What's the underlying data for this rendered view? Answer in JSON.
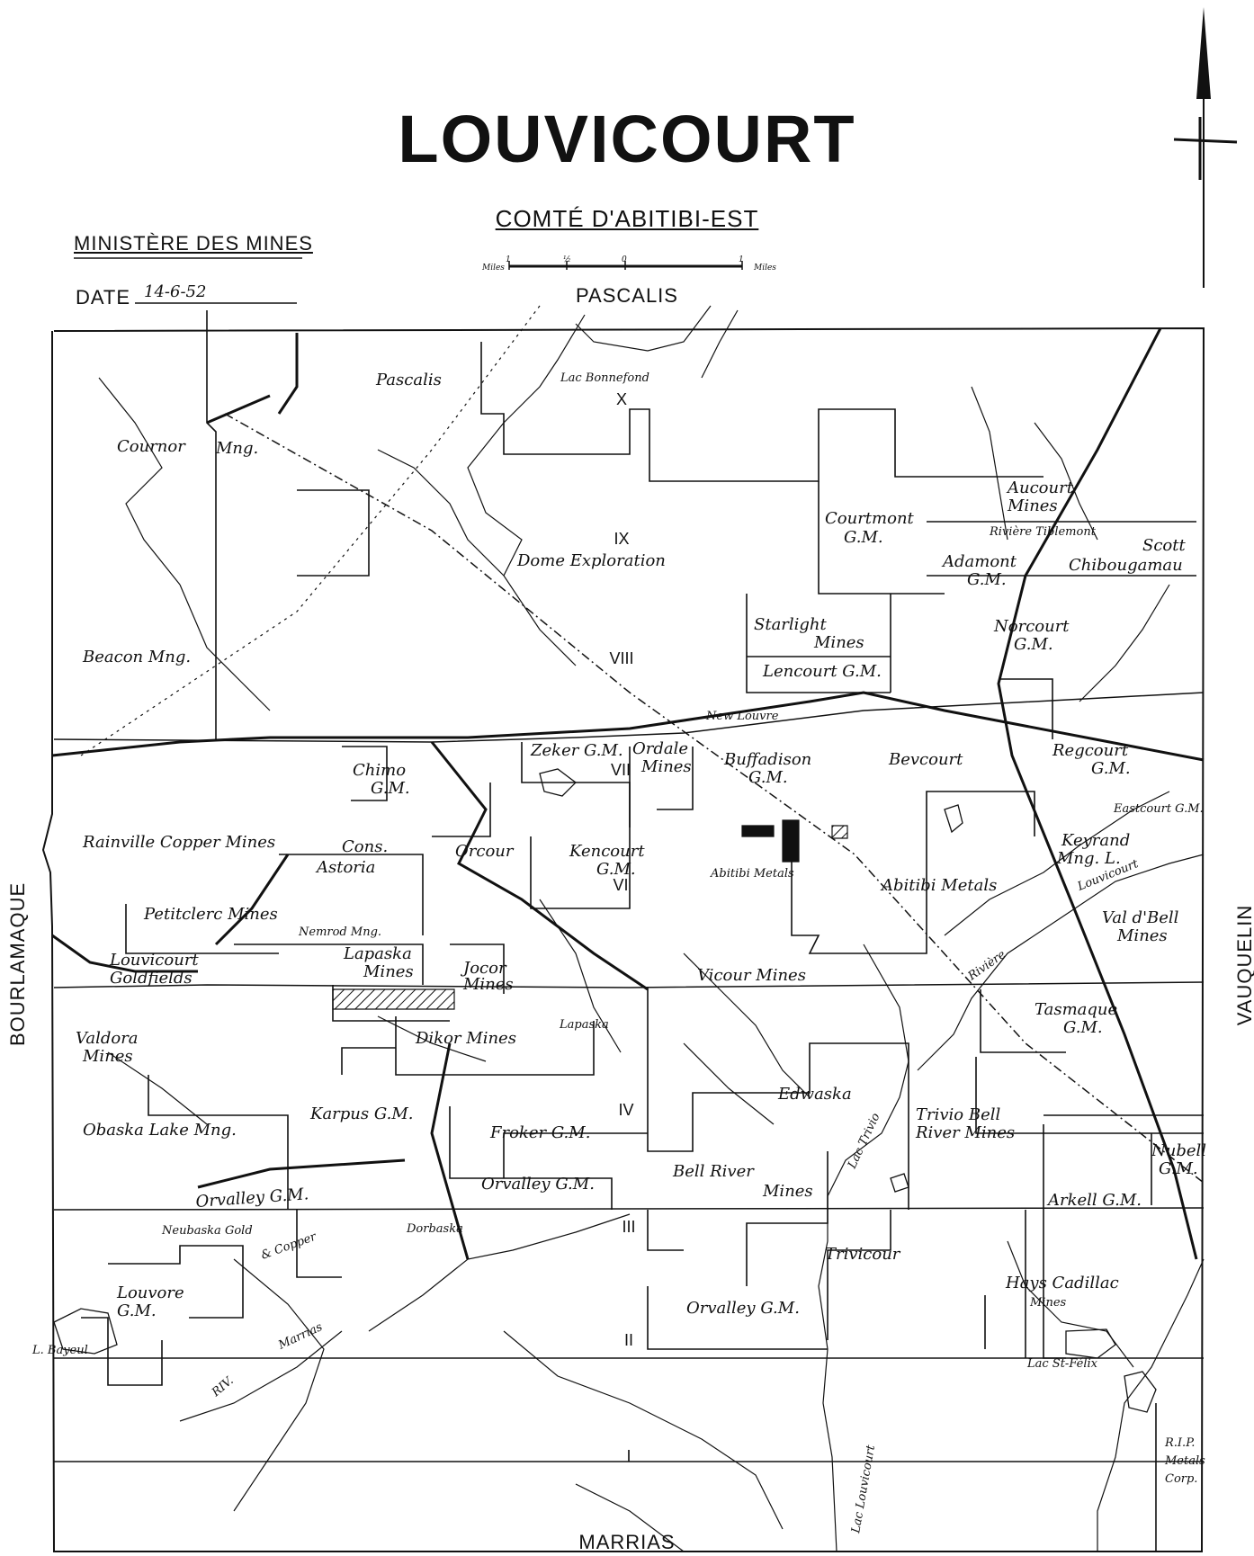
{
  "header": {
    "title": "LOUVICOURT",
    "county": "COMTÉ D'ABITIBI-EST",
    "ministry": "MINISTÈRE DES MINES",
    "date_label": "DATE",
    "date_value": "14-6-52"
  },
  "scale": {
    "unit_left": "Miles",
    "unit_right": "Miles",
    "ticks": [
      "1",
      "½",
      "0",
      "1"
    ]
  },
  "borders": {
    "north": "PASCALIS",
    "south": "MARRIAS",
    "west": "BOURLAMAQUE",
    "east": "VAUQUELIN"
  },
  "ranges": [
    "X",
    "IX",
    "VIII",
    "VII",
    "VI",
    "IV",
    "III",
    "II",
    "I"
  ],
  "places": {
    "pascalis": "Pascalis",
    "lac_bonnefond": "Lac Bonnefond",
    "cournor": "Cournor",
    "cournor_mng": "Mng.",
    "dome": "Dome Exploration",
    "courtmont": "Courtmont",
    "courtmont_gm": "G.M.",
    "aucourt": "Aucourt",
    "aucourt_mines": "Mines",
    "riviere_tiblemont": "Rivière Tiblemont",
    "scott": "Scott",
    "chibougamau": "Chibougamau",
    "adamont": "Adamont",
    "adamont_gm": "G.M.",
    "beacon": "Beacon Mng.",
    "starlight": "Starlight",
    "starlight_mines": "Mines",
    "lencourt": "Lencourt G.M.",
    "norcourt": "Norcourt",
    "norcourt_gm": "G.M.",
    "new_louvre": "New Louvre",
    "zeker": "Zeker G.M.",
    "ordale": "Ordale",
    "ordale_mines": "Mines",
    "buffadison": "Buffadison",
    "buffadison_gm": "G.M.",
    "bevcourt": "Bevcourt",
    "regcourt": "Regcourt",
    "regcourt_gm": "G.M.",
    "chimo": "Chimo",
    "chimo_gm": "G.M.",
    "eastcourt": "Eastcourt G.M.",
    "rainville": "Rainville Copper Mines",
    "cons": "Cons.",
    "astoria": "Astoria",
    "orcour": "Orcour",
    "kencourt": "Kencourt",
    "kencourt_gm": "G.M.",
    "abitibi_metals_small": "Abitibi Metals",
    "abitibi_metals": "Abitibi Metals",
    "keyrand": "Keyrand",
    "keyrand_mng": "Mng. L.",
    "louvicourt_river": "Louvicourt",
    "petitclerc": "Petitclerc Mines",
    "nemrod": "Nemrod Mng.",
    "val_dbell": "Val d'Bell",
    "val_dbell_mines": "Mines",
    "louvicourt_goldfields": "Louvicourt",
    "goldfields": "Goldfields",
    "lapaska": "Lapaska",
    "lapaska_mines": "Mines",
    "jocor": "Jocor",
    "jocor_mines": "Mines",
    "vicour": "Vicour Mines",
    "riviere_bell": "Rivière",
    "tasmaque": "Tasmaque",
    "tasmaque_gm": "G.M.",
    "valdora": "Valdora",
    "valdora_mines": "Mines",
    "dikor": "Dikor Mines",
    "lapaska_small": "Lapaska",
    "edwaska": "Edwaska",
    "obaska": "Obaska Lake Mng.",
    "karpus": "Karpus G.M.",
    "froker": "Froker G.M.",
    "trivio": "Trivio Bell",
    "trivio_river": "River Mines",
    "lac_trivio": "Lac Trivio",
    "nubell": "Nubell",
    "nubell_gm": "G.M.",
    "orvalley_1": "Orvalley G.M.",
    "orvalley_2": "Orvalley G.M.",
    "bell_river": "Bell River",
    "bell_river_mines": "Mines",
    "arkell": "Arkell G.M.",
    "neubaska": "Neubaska Gold",
    "neubaska_copper": "& Copper",
    "dorbaska": "Dorbaska",
    "trivicour": "Trivicour",
    "louvore": "Louvore",
    "louvore_gm": "G.M.",
    "marrias_riv": "Marrias",
    "riv": "RIV.",
    "orvalley_3": "Orvalley G.M.",
    "hays": "Hays Cadillac",
    "hays_mines": "Mines",
    "lac_st_felix": "Lac St-Félix",
    "l_bayeul": "L. Bayeul",
    "lac_louvicourt": "Lac Louvicourt",
    "rip": "R.I.P.",
    "rip_metals": "Metals",
    "rip_corp": "Corp."
  }
}
